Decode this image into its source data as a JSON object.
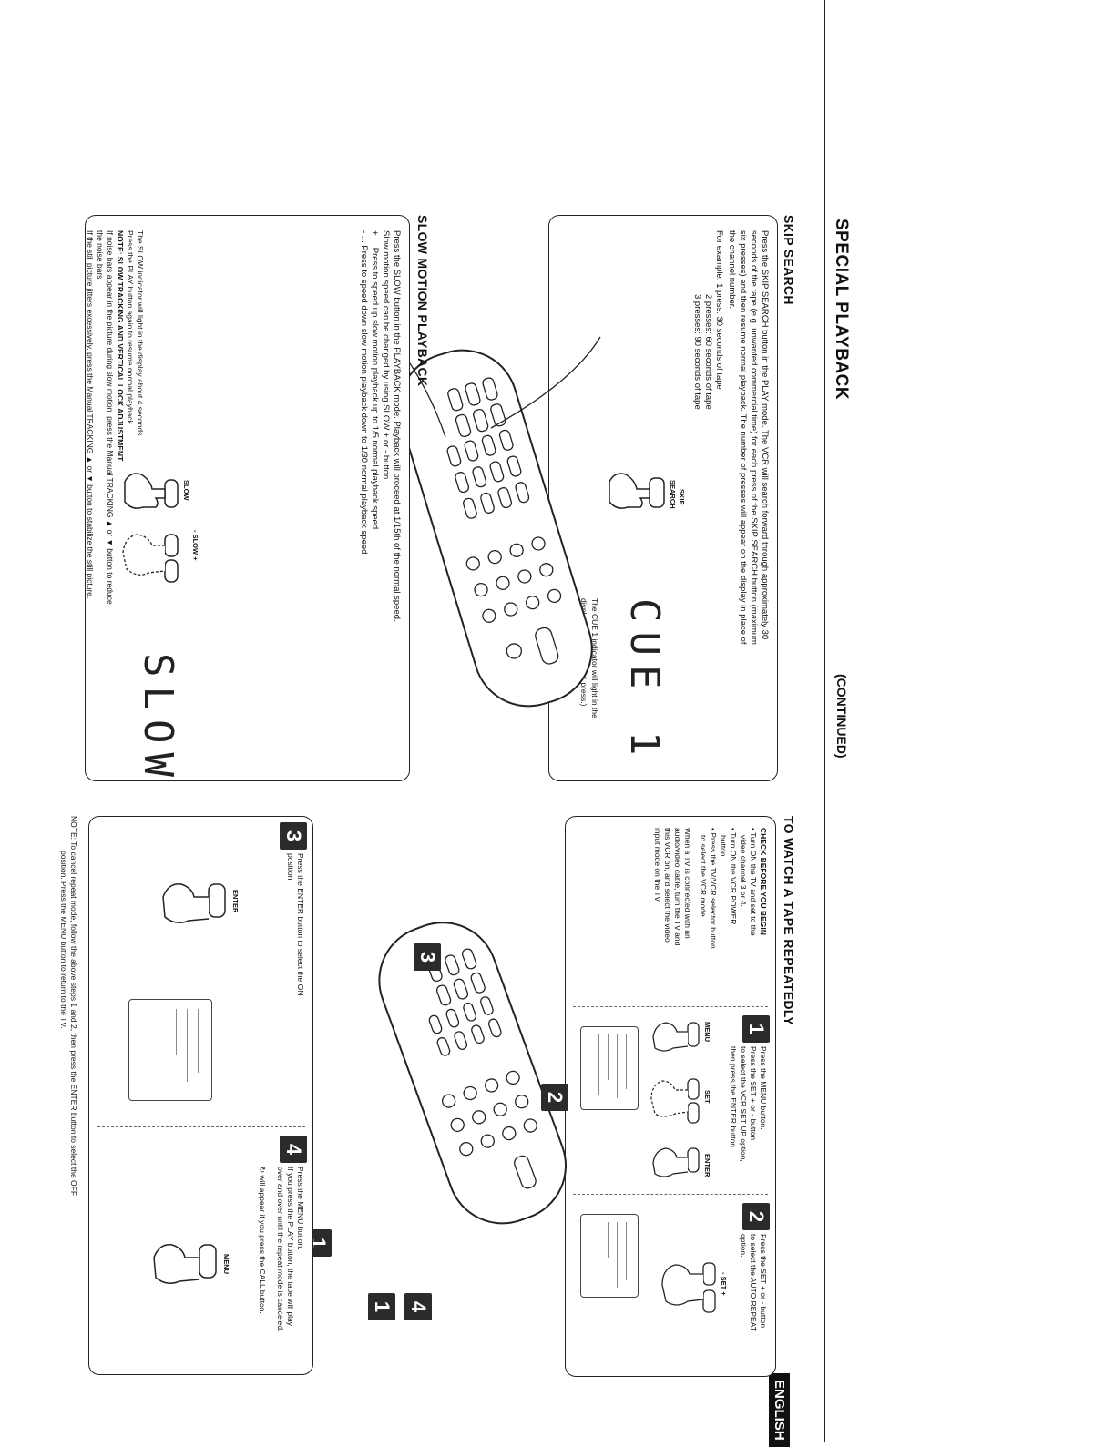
{
  "header": {
    "title": "SPECIAL PLAYBACK",
    "continued": "(CONTINUED)",
    "language_badge": "ENGLISH"
  },
  "skip_search": {
    "heading": "SKIP SEARCH",
    "paragraph_1": "Press the SKIP SEARCH button in the PLAY mode. The VCR will search forward through approximately 30",
    "paragraph_2": "seconds of the tape (e.g. unwanted commercial time) for each press of the SKIP SEARCH button (maximum",
    "paragraph_3": "six presses) and then resume normal playback. The number of presses will appear on the display in place of",
    "paragraph_4": "the channel number.",
    "example_intro": "For example: 1 press: 30 seconds of tape",
    "example_2": "2 presses: 60 seconds of tape",
    "example_3": "3 presses: 90 seconds of tape",
    "button_label_1": "SKIP",
    "button_label_2": "SEARCH",
    "display_text": "CUE 1",
    "caption_1": "The CUE 1 indicator will light in the",
    "caption_2": "display. (For example, 1 press.)"
  },
  "slow_motion": {
    "heading": "SLOW MOTION PLAYBACK",
    "line_1": "Press the SLOW button in the PLAYBACK mode. Playback will proceed at 1/15th of the normal speed.",
    "line_2": "Slow motion speed can be changed by using SLOW + or - button.",
    "line_3": "+ ... Press to speed up slow motion playback up to 1/5 normal playback speed.",
    "line_4": "- ... Press to speed down slow motion playback down to 1/30 normal playback speed.",
    "button_label": "SLOW",
    "slow_pm_label": "- SLOW +",
    "display_text": "SLOW",
    "note_1": "The SLOW indicator will light in the display about 4 seconds.",
    "note_2": "Press the PLAY button again to resume normal playback.",
    "note_3": "NOTE: SLOW TRACKING AND VERTICAL LOCK ADJUSTMENT",
    "note_4": "If noise bars appear in the picture during slow motion, press the Manual TRACKING ▲ or ▼ button to reduce",
    "note_5": "the noise bars.",
    "note_6": "If the still picture jitters excessively, press the Manual TRACKING ▲ or ▼ button to stabilize the still picture."
  },
  "repeat": {
    "heading": "TO WATCH A TAPE REPEATEDLY",
    "check_heading": "CHECK BEFORE YOU BEGIN",
    "check_1a": "• Turn ON the TV and set to the",
    "check_1b": "video channel 3 or 4.",
    "check_2a": "• Turn ON the VCR POWER",
    "check_2b": "button.",
    "check_3a": "• Press the TV/VCR selector button",
    "check_3b": "to select the VCR mode.",
    "av_1": "When a TV is connected with an",
    "av_2": "audio/video cable, turn the TV and",
    "av_3": "this VCR on, and select the video",
    "av_4": "input mode on the TV.",
    "step1_num": "1",
    "step1_a": "Press the MENU button.",
    "step1_b": "Press the SET + or - button",
    "step1_c": "to select the VCR SET UP option,",
    "step1_d": "then press the ENTER button.",
    "step1_labels": [
      "MENU",
      "SET",
      "ENTER"
    ],
    "step2_num": "2",
    "step2_a": "Press the SET + or - button",
    "step2_b": "to select the AUTO REPEAT",
    "step2_c": "option.",
    "step2_label": "- SET +",
    "step3_num": "3",
    "step3_a": "Press the ENTER button to select the ON",
    "step3_b": "position.",
    "step3_label": "ENTER",
    "step4_num": "4",
    "step4_a": "Press the MENU button.",
    "step4_b": "If you press the PLAY button, the tape will play",
    "step4_c": "over and over until the repeat mode is canceled.",
    "step4_label": "MENU",
    "call_note": "will appear if you press the CALL button.",
    "remote_markers": [
      "3",
      "2",
      "1",
      "1",
      "4"
    ],
    "note_1": "NOTE: To cancel repeat mode, follow the above steps 1 and 2, then press the ENTER button to select the OFF",
    "note_2": "position. Press the MENU button to return to the TV."
  }
}
